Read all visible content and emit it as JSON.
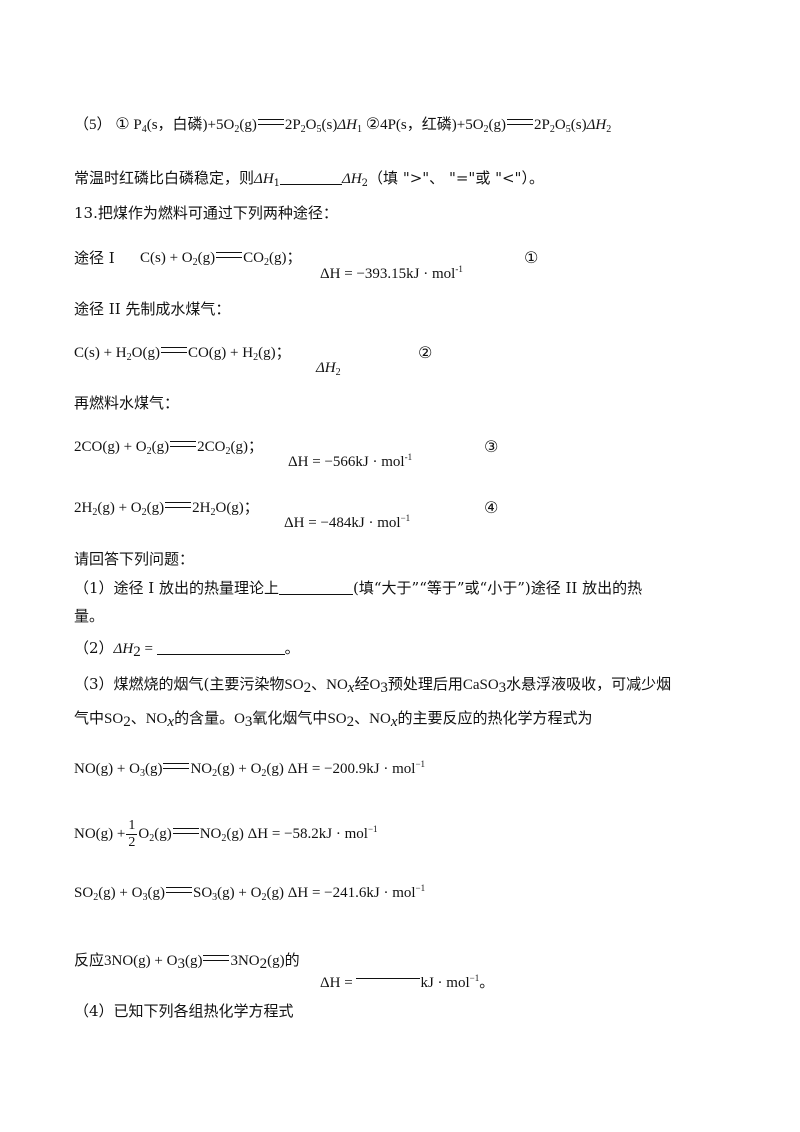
{
  "q5": {
    "label": "（5）",
    "eq1_circ": "①",
    "eq1_p4": "P",
    "eq1_p4_sub": "4",
    "eq1_state": "(s，白磷)",
    "eq1_o2": "+5O",
    "eq1_o2_sub": "2",
    "eq1_o2_state": "(g)",
    "eq1_prod": "2P",
    "eq1_prod_sub1": "2",
    "eq1_prod_o": "O",
    "eq1_prod_sub2": "5",
    "eq1_prod_state": "(s)",
    "eq1_dh": "ΔH",
    "eq1_dh_sub": "1",
    "eq2_circ": "②",
    "eq2_p": "4P",
    "eq2_state": "(s，红磷)",
    "eq2_o2": "+5O",
    "eq2_o2_sub": "2",
    "eq2_o2_state": "(g)",
    "eq2_prod": "2P",
    "eq2_prod_sub1": "2",
    "eq2_prod_o": "O",
    "eq2_prod_sub2": "5",
    "eq2_prod_state": "(s)",
    "eq2_dh": "ΔH",
    "eq2_dh_sub": "2",
    "compare_pre": "常温时红磷比白磷稳定，则",
    "dh1": "ΔH",
    "dh1_sub": "1",
    "dh2": "ΔH",
    "dh2_sub": "2",
    "compare_post": "（填 \">\"、 \"=\"或 \"<\"）。"
  },
  "q13": {
    "title": "13.把煤作为燃料可通过下列两种途径：",
    "route1_label": "途径 I",
    "route1_eq_a": "C(s) + O",
    "route1_eq_sub": "2",
    "route1_eq_b": "(g)",
    "route1_eq_c": "CO",
    "route1_eq_csub": "2",
    "route1_eq_d": "(g)；",
    "route1_dh": "ΔH = −393.15kJ · mol",
    "route1_dh_sup": "-1",
    "route1_num": "①",
    "route2_label": "途径 II   先制成水煤气：",
    "eq2_a": "C(s) + H",
    "eq2_asub": "2",
    "eq2_b": "O(g)",
    "eq2_c": "CO(g) + H",
    "eq2_csub": "2",
    "eq2_d": "(g)；",
    "eq2_dh": "ΔH",
    "eq2_dh_sub": "2",
    "eq2_num": "②",
    "burn_label": "再燃料水煤气：",
    "eq3_a": "2CO(g) + O",
    "eq3_asub": "2",
    "eq3_b": "(g)",
    "eq3_c": "2CO",
    "eq3_csub": "2",
    "eq3_d": "(g)；",
    "eq3_dh": "ΔH = −566kJ · mol",
    "eq3_dh_sup": "-1",
    "eq3_num": "③",
    "eq4_a": "2H",
    "eq4_asub": "2",
    "eq4_b": "(g) + O",
    "eq4_bsub": "2",
    "eq4_c": "(g)",
    "eq4_d": "2H",
    "eq4_dsub": "2",
    "eq4_e": "O(g)；",
    "eq4_dh": "ΔH = −484kJ · mol",
    "eq4_dh_sup": "−1",
    "eq4_num": "④",
    "ask": "请回答下列问题：",
    "p1_a": "（1）途径 I 放出的热量理论上",
    "p1_b": "(填“大于”“等于”或“小于”)途径 II 放出的热",
    "p1_c": "量。",
    "p2_a": "（2）",
    "p2_dh": "ΔH",
    "p2_dh_sub": "2",
    "p2_eq": " = ",
    "p2_end": "。",
    "p3_a": "（3）煤燃烧的烟气(主要污染物",
    "p3_so2": "SO",
    "p3_so2_sub": "2",
    "p3_b": "、",
    "p3_nox": "NO",
    "p3_nox_sub": "x",
    "p3_c": "经",
    "p3_o3": "O",
    "p3_o3_sub": "3",
    "p3_d": "预处理后用",
    "p3_caso3": "CaSO",
    "p3_caso3_sub": "3",
    "p3_e": "水悬浮液吸收，可减少烟",
    "p3_l2_a": "气中",
    "p3_l2_so2": "SO",
    "p3_l2_so2_sub": "2",
    "p3_l2_b": "、",
    "p3_l2_nox": "NO",
    "p3_l2_nox_sub": "x",
    "p3_l2_c": "的含量。",
    "p3_l2_o3": "O",
    "p3_l2_o3_sub": "3",
    "p3_l2_d": "氧化烟气中",
    "p3_l2_so2b": "SO",
    "p3_l2_so2b_sub": "2",
    "p3_l2_e": "、",
    "p3_l2_noxb": "NO",
    "p3_l2_noxb_sub": "x",
    "p3_l2_f": "的主要反应的热化学方程式为",
    "r1_a": "NO(g) + O",
    "r1_asub": "3",
    "r1_b": "(g)",
    "r1_c": "NO",
    "r1_csub": "2",
    "r1_d": "(g) + O",
    "r1_dsub": "2",
    "r1_e": "(g)  ΔH = −200.9kJ · mol",
    "r1_sup": "−1",
    "r2_a": "NO(g) +",
    "r2_num": "1",
    "r2_den": "2",
    "r2_b": "O",
    "r2_bsub": "2",
    "r2_c": "(g)",
    "r2_d": "NO",
    "r2_dsub": "2",
    "r2_e": "(g)  ΔH = −58.2kJ · mol",
    "r2_sup": "−1",
    "r3_a": "SO",
    "r3_asub": "2",
    "r3_b": "(g) + O",
    "r3_bsub": "3",
    "r3_c": "(g)",
    "r3_d": "SO",
    "r3_dsub": "3",
    "r3_e": "(g) + O",
    "r3_esub": "2",
    "r3_f": "(g)  ΔH = −241.6kJ · mol",
    "r3_sup": "−1",
    "target_pre": "反应",
    "target_a": "3NO(g) + O",
    "target_asub": "3",
    "target_b": "(g)",
    "target_c": "3NO",
    "target_csub": "2",
    "target_d": "(g)",
    "target_e": "的",
    "target_dh": "ΔH = ",
    "target_unit": "kJ · mol",
    "target_sup": "−1",
    "target_end": "。",
    "p4": "（4）已知下列各组热化学方程式"
  }
}
